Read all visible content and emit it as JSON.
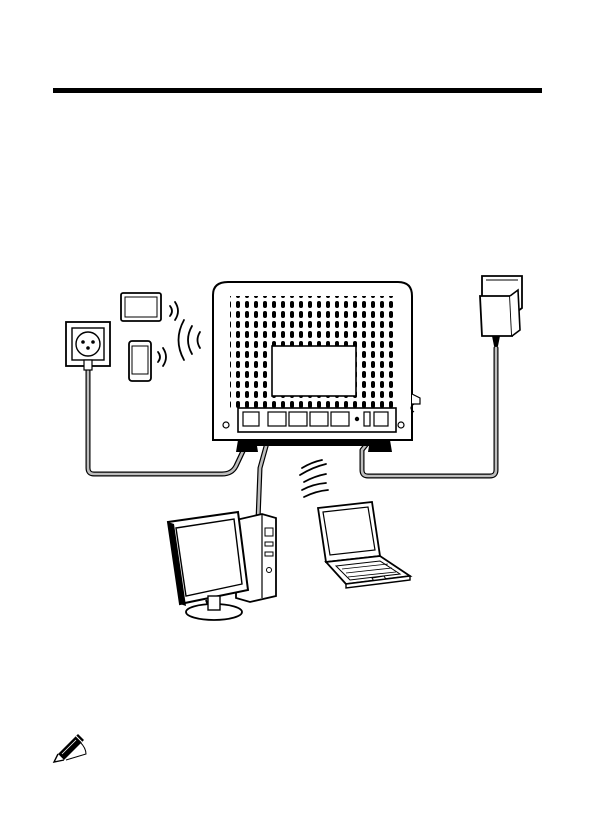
{
  "page": {
    "background": "#ffffff",
    "ink": "#000000",
    "cable_color": "#9a9a9a"
  },
  "header_rule": {
    "color": "#000000"
  },
  "diagram": {
    "components": [
      {
        "id": "router",
        "icon": "router-icon"
      },
      {
        "id": "power-adapter",
        "icon": "power-adapter-icon"
      },
      {
        "id": "phone-wall-socket",
        "icon": "phone-socket-icon"
      },
      {
        "id": "tablet",
        "icon": "tablet-icon"
      },
      {
        "id": "smartphone",
        "icon": "smartphone-icon"
      },
      {
        "id": "desktop-computer",
        "icon": "desktop-computer-icon"
      },
      {
        "id": "laptop",
        "icon": "laptop-icon"
      }
    ],
    "connections": [
      {
        "from": "phone-wall-socket",
        "to": "router",
        "type": "cable"
      },
      {
        "from": "router",
        "to": "desktop-computer",
        "type": "cable"
      },
      {
        "from": "power-adapter",
        "to": "router",
        "type": "cable"
      },
      {
        "from": "router",
        "to": "tablet",
        "type": "wireless"
      },
      {
        "from": "router",
        "to": "smartphone",
        "type": "wireless"
      },
      {
        "from": "router",
        "to": "laptop",
        "type": "wireless"
      }
    ]
  },
  "note": {
    "icon": "pen-note-icon"
  }
}
